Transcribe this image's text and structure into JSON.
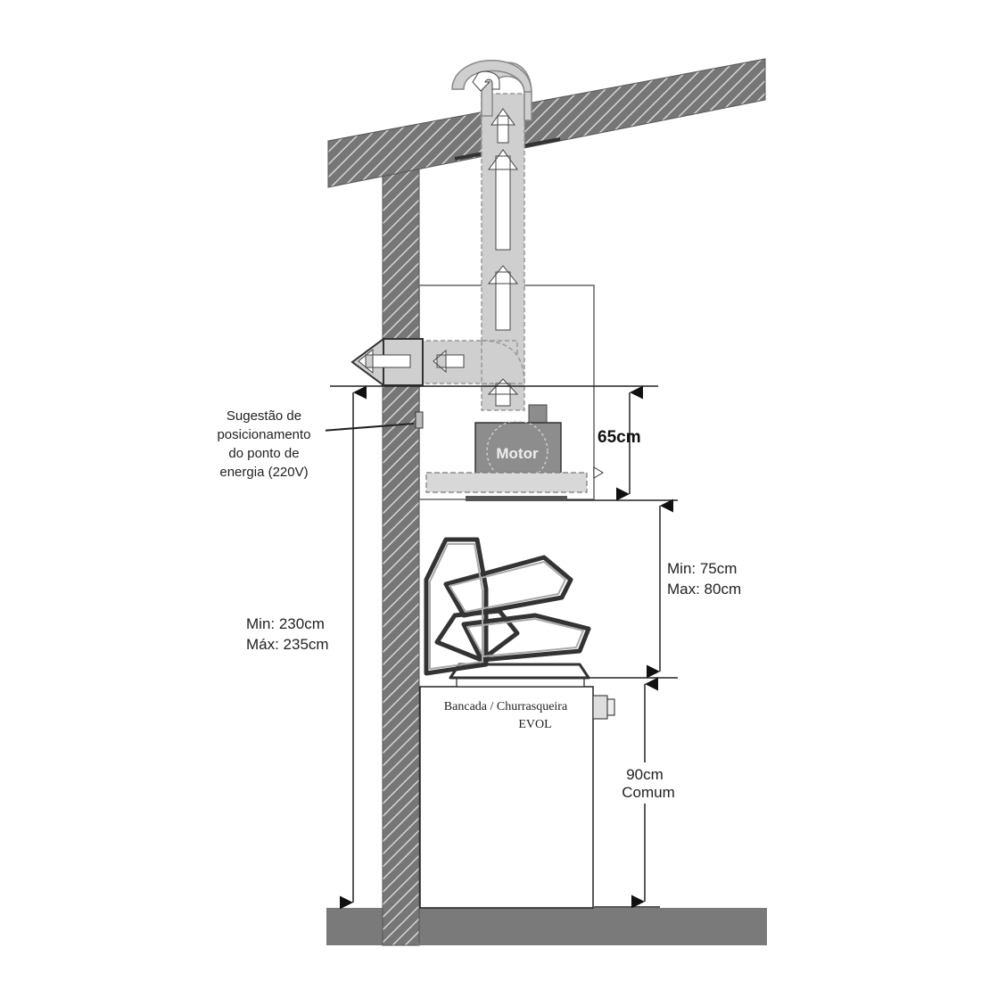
{
  "labels": {
    "power_point": [
      "Sugestão de",
      "posicionamento",
      "do ponto de",
      "energia (220V)"
    ],
    "hood_height": "65cm",
    "hood_clearance": [
      "Min: 75cm",
      "Max: 80cm"
    ],
    "total_height": [
      "Min:  230cm",
      "Máx: 235cm"
    ],
    "counter_height": [
      "90cm",
      "Comum"
    ],
    "motor": "Motor",
    "counter": [
      "Bancada / Churrasqueira",
      "EVOL"
    ]
  },
  "colors": {
    "wall_fill": "#7a7a7a",
    "hatch": "#d9d9d9",
    "duct": "#c8c8c8",
    "motor": "#8d8d8d",
    "line": "#222222"
  }
}
